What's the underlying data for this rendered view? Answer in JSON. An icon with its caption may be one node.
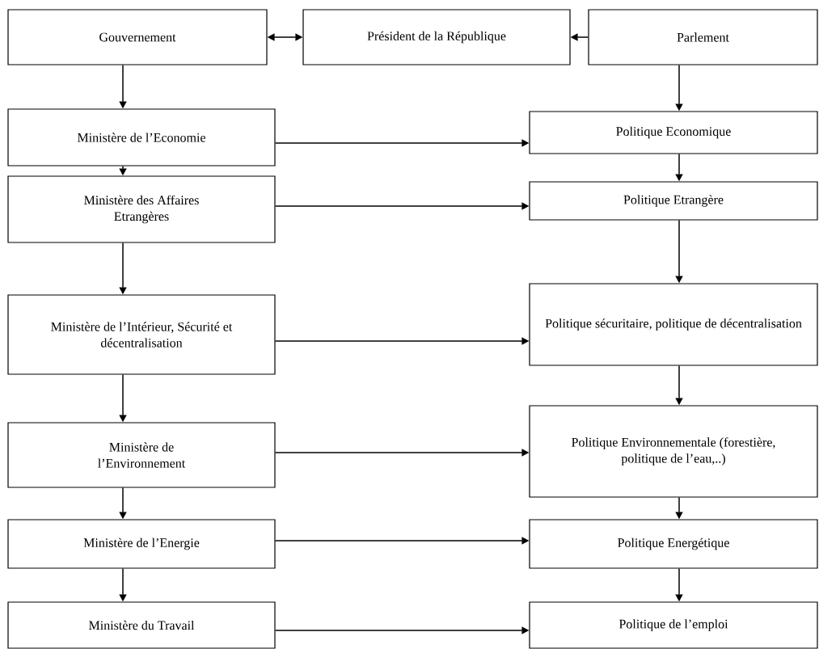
{
  "diagram": {
    "nodes": [
      {
        "text": [
          "Gouvernement"
        ]
      },
      {
        "text": [
          "Président de la République"
        ]
      },
      {
        "text": [
          "Parlement"
        ]
      },
      {
        "text": [
          "Ministère de l’Economie"
        ]
      },
      {
        "text": [
          "Politique Economique"
        ]
      },
      {
        "text": [
          "Ministère des Affaires Etrangères"
        ]
      },
      {
        "text": [
          "Politique Etrangère"
        ]
      },
      {
        "text": [
          "Ministère de l’Intérieur, Sécurité et décentralisation"
        ]
      },
      {
        "text": [
          "Politique sécuritaire, politique de décentralisation"
        ]
      },
      {
        "text": [
          "Ministère de l’Environnement"
        ]
      },
      {
        "text": [
          "Politique Environnementale (forestière, politique de l’eau,..)"
        ]
      },
      {
        "text": [
          "Ministère de l’Energie"
        ]
      },
      {
        "text": [
          "Politique Energétique"
        ]
      },
      {
        "text": [
          "Ministère du Travail"
        ]
      },
      {
        "text": [
          "Politique de l’emploi"
        ]
      }
    ],
    "edges": [
      {
        "from": 0,
        "to": 1,
        "arrow": "both"
      },
      {
        "from": 2,
        "to": 1,
        "arrow": "to"
      },
      {
        "from": 0,
        "to": 3,
        "arrow": "to"
      },
      {
        "from": 2,
        "to": 4,
        "arrow": "to"
      },
      {
        "from": 3,
        "to": 4,
        "arrow": "to"
      },
      {
        "from": 3,
        "to": 5,
        "arrow": "to"
      },
      {
        "from": 4,
        "to": 6,
        "arrow": "to"
      },
      {
        "from": 5,
        "to": 6,
        "arrow": "to"
      },
      {
        "from": 5,
        "to": 7,
        "arrow": "to"
      },
      {
        "from": 6,
        "to": 8,
        "arrow": "to"
      },
      {
        "from": 7,
        "to": 8,
        "arrow": "to"
      },
      {
        "from": 7,
        "to": 9,
        "arrow": "to"
      },
      {
        "from": 8,
        "to": 10,
        "arrow": "to"
      },
      {
        "from": 9,
        "to": 10,
        "arrow": "to"
      },
      {
        "from": 9,
        "to": 11,
        "arrow": "to"
      },
      {
        "from": 10,
        "to": 12,
        "arrow": "to"
      },
      {
        "from": 11,
        "to": 12,
        "arrow": "to"
      },
      {
        "from": 11,
        "to": 13,
        "arrow": "to"
      },
      {
        "from": 12,
        "to": 14,
        "arrow": "to"
      },
      {
        "from": 13,
        "to": 14,
        "arrow": "to"
      }
    ]
  }
}
